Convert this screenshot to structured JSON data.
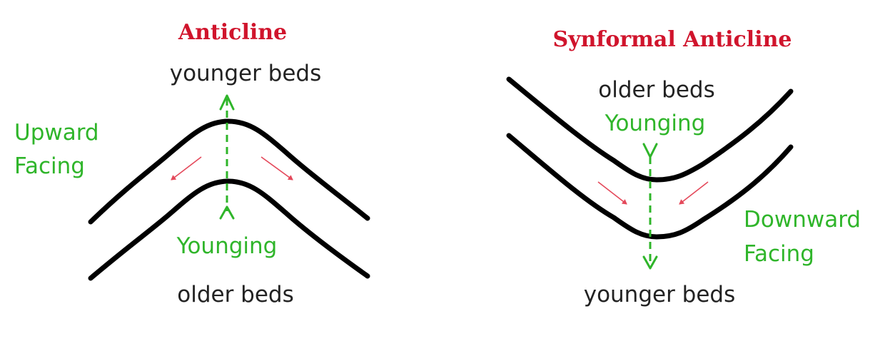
{
  "anticline": {
    "title": "Anticline",
    "top_label": "younger beds",
    "side_label_line1": "Upward",
    "side_label_line2": "Facing",
    "younging_label": "Younging",
    "bottom_label": "older beds"
  },
  "synformal_anticline": {
    "title": "Synformal Anticline",
    "top_label": "older beds",
    "younging_label": "Younging",
    "side_label_line1": "Downward",
    "side_label_line2": "Facing",
    "bottom_label": "younger beds"
  },
  "colors": {
    "title": "#d0142c",
    "younging": "#2fb52a",
    "beds": "#000000",
    "facing_arrows": "#e4485a"
  }
}
